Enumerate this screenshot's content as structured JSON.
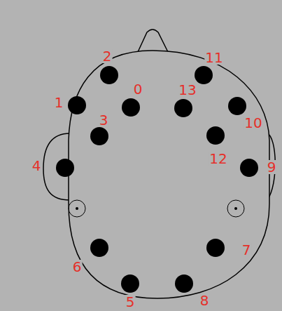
{
  "diagram": {
    "labels": [
      "2",
      "11",
      "0",
      "13",
      "1",
      "10",
      "3",
      "12",
      "4",
      "9",
      "6",
      "7",
      "5",
      "8"
    ]
  }
}
